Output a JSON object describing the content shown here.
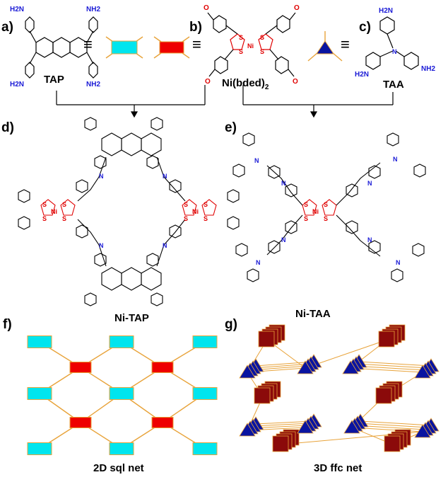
{
  "panels": {
    "a": {
      "label": "a)",
      "name": "TAP",
      "amine": "H2N",
      "amine_r": "NH2"
    },
    "b": {
      "label": "b)",
      "name": "Ni(bded)",
      "sub": "2"
    },
    "c": {
      "label": "c)",
      "name": "TAA",
      "amine_r": "NH2"
    },
    "d": {
      "label": "d)",
      "name": "Ni-TAP"
    },
    "e": {
      "label": "e)",
      "name": "Ni-TAA"
    },
    "f": {
      "label": "f)",
      "caption": "2D sql net"
    },
    "g": {
      "label": "g)",
      "caption": "3D ffc net"
    }
  },
  "atoms": {
    "ni": "Ni",
    "s": "S",
    "n": "N",
    "o": "O"
  },
  "symbols": {
    "equiv": "≡"
  },
  "colors": {
    "cyan": "#00e5ee",
    "red": "#ee0000",
    "blue": "#0a14a0",
    "linker": "#e8a33a",
    "dark_red": "#8b0a0a",
    "amine": "#1a1ad6"
  }
}
